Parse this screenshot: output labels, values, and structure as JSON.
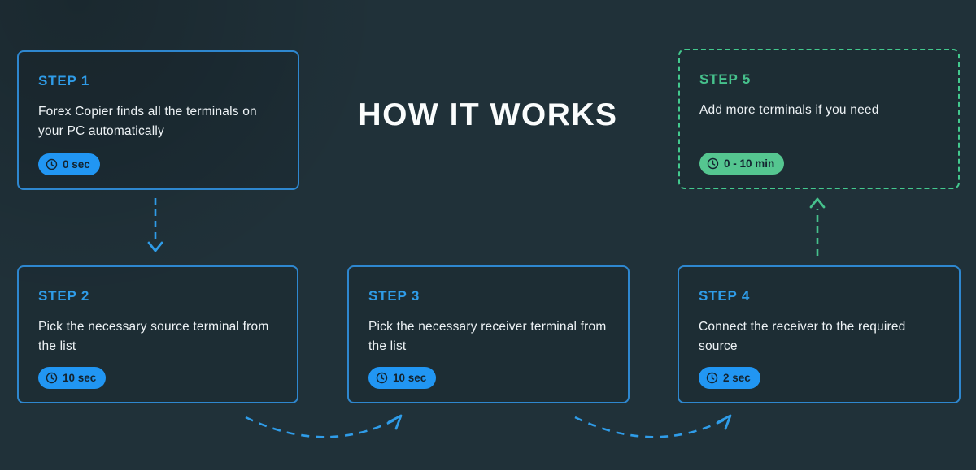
{
  "page": {
    "title": "HOW IT WORKS"
  },
  "colors": {
    "background": "#203139",
    "card_border_blue": "#2e87cf",
    "step_label_blue": "#2f9ce8",
    "badge_blue": "#2196f3",
    "accent_green": "#46c18c",
    "badge_green": "#55c690",
    "badge_text": "#132430",
    "body_text": "#eef3f6",
    "title_text": "#fbfdfd"
  },
  "steps": [
    {
      "label": "STEP 1",
      "description": "Forex Copier finds all the terminals on your PC automatically",
      "badge": "0 sec",
      "accent": "blue"
    },
    {
      "label": "STEP 2",
      "description": "Pick the necessary source terminal from the list",
      "badge": "10 sec",
      "accent": "blue"
    },
    {
      "label": "STEP 3",
      "description": "Pick the necessary receiver terminal from the list",
      "badge": "10 sec",
      "accent": "blue"
    },
    {
      "label": "STEP 4",
      "description": "Connect the receiver to the required source",
      "badge": "2 sec",
      "accent": "blue"
    },
    {
      "label": "STEP 5",
      "description": "Add more terminals if you need",
      "badge": "0 - 10 min",
      "accent": "green"
    }
  ],
  "arrows": [
    {
      "from": "STEP 1",
      "to": "STEP 2",
      "direction": "down",
      "color": "#2f9ce8"
    },
    {
      "from": "STEP 2",
      "to": "STEP 3",
      "direction": "curve-right",
      "color": "#2f9ce8"
    },
    {
      "from": "STEP 3",
      "to": "STEP 4",
      "direction": "curve-right",
      "color": "#2f9ce8"
    },
    {
      "from": "STEP 4",
      "to": "STEP 5",
      "direction": "up",
      "color": "#46c18c"
    }
  ]
}
